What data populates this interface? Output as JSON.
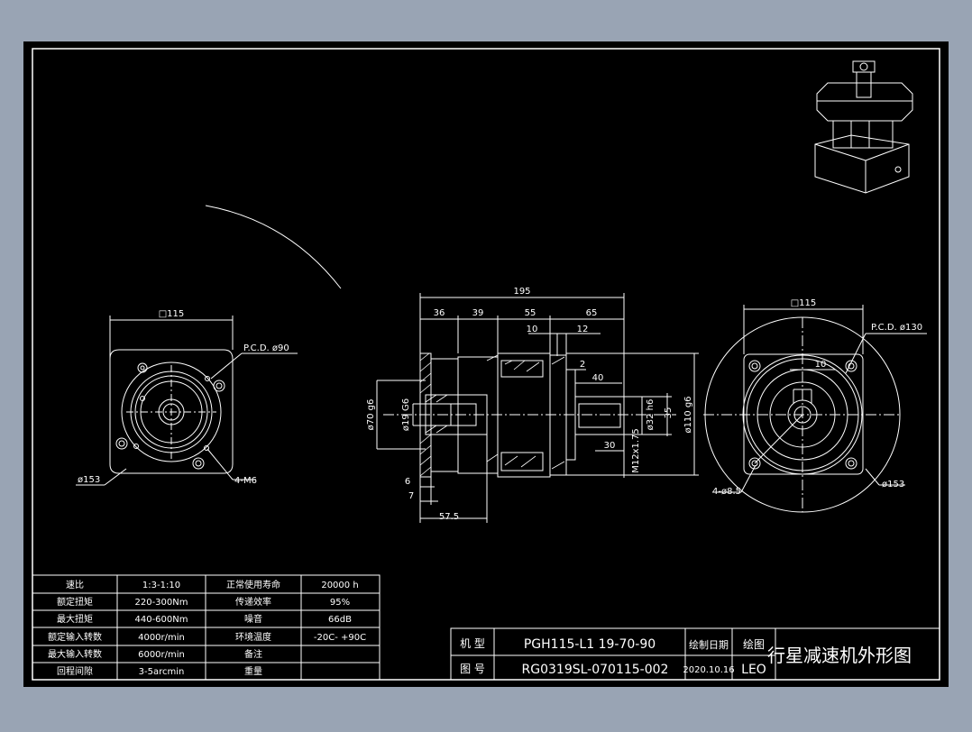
{
  "colors": {
    "background": "#99a4b4",
    "sheet": "#000000",
    "line": "#ffffff"
  },
  "left_view": {
    "width_label": "□115",
    "pcd_label": "P.C.D. ø90",
    "diameter_label": "ø153",
    "holes_label": "4-M6"
  },
  "side_view": {
    "dims": {
      "total": "195",
      "d36": "36",
      "d39": "39",
      "d55": "55",
      "d65": "65",
      "d10": "10",
      "d12": "12",
      "d2": "2",
      "d40": "40",
      "d30": "30",
      "d6": "6",
      "d7": "7",
      "d57": "57.5"
    },
    "left_diameters": [
      "ø70 g6",
      "ø19 G6"
    ],
    "right_diameters": [
      "ø32 h6",
      "35",
      "ø110 g6"
    ],
    "thread": "M12x1.75"
  },
  "right_view": {
    "width_label": "□115",
    "pcd_label": "P.C.D. ø130",
    "key_label": "10",
    "holes_label": "4-ø8.5",
    "diameter_label": "ø153"
  },
  "spec_table": {
    "rows": [
      [
        "速比",
        "1:3-1:10",
        "正常使用寿命",
        "20000 h"
      ],
      [
        "额定扭矩",
        "220-300Nm",
        "传递效率",
        "95%"
      ],
      [
        "最大扭矩",
        "440-600Nm",
        "噪音",
        "66dB"
      ],
      [
        "额定输入转数",
        "4000r/min",
        "环境温度",
        "-20C- +90C"
      ],
      [
        "最大输入转数",
        "6000r/min",
        "备注",
        ""
      ],
      [
        "回程间隙",
        "3-5arcmin",
        "重量",
        ""
      ]
    ]
  },
  "title_block": {
    "model_label": "机 型",
    "model_value": "PGH115-L1 19-70-90",
    "drawno_label": "图 号",
    "drawno_value": "RG0319SL-070115-002",
    "date_label": "绘制日期",
    "date_value": "2020.10.16",
    "drawer_label": "绘图",
    "drawer_value": "LEO",
    "title": "行星减速机外形图"
  }
}
